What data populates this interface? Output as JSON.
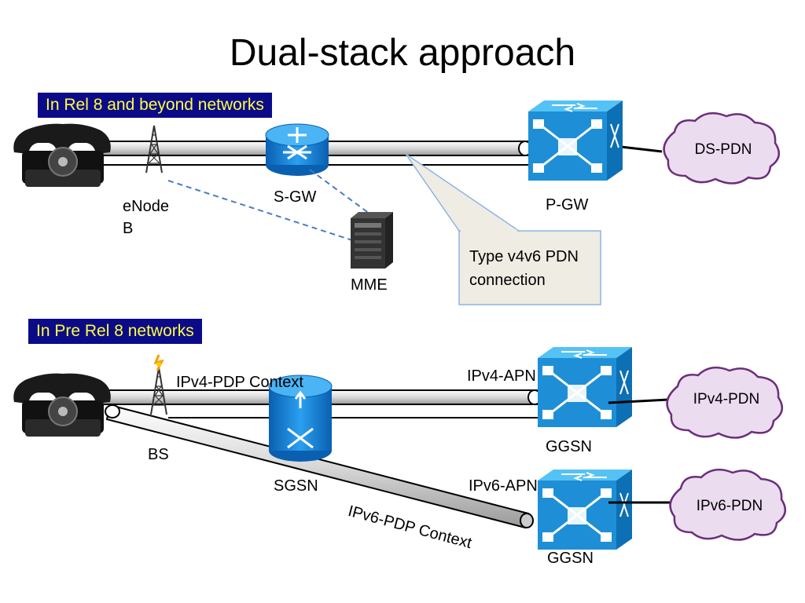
{
  "slide": {
    "title": "Dual-stack approach"
  },
  "top_section": {
    "banner": "In Rel 8 and beyond networks",
    "labels": {
      "enodeb_line1": "eNode",
      "enodeb_line2": "B",
      "sgw": "S-GW",
      "pgw": "P-GW",
      "mme": "MME"
    },
    "cloud": "DS-PDN",
    "callout": {
      "line1": "Type v4v6 PDN",
      "line2": "connection"
    }
  },
  "bottom_section": {
    "banner": "In Pre Rel 8 networks",
    "labels": {
      "bs": "BS",
      "sgsn": "SGSN",
      "ipv4_pdp": "IPv4-PDP Context",
      "ipv6_pdp": "IPv6-PDP Context",
      "ipv4_apn": "IPv4-APN",
      "ipv6_apn": "IPv6-APN",
      "ggsn_top": "GGSN",
      "ggsn_bottom": "GGSN"
    },
    "clouds": {
      "ipv4": "IPv4-PDN",
      "ipv6": "IPv6-PDN"
    }
  },
  "colors": {
    "banner_bg": "#0b0b8a",
    "banner_text": "#ffff3c",
    "device_blue": "#1e8fd6",
    "cloud_fill": "#ecdcf0",
    "cloud_stroke": "#6b2f7a",
    "callout_fill": "#eeece3",
    "callout_stroke": "#8eb4e3"
  },
  "icons": {
    "phone": "telephone-icon",
    "tower": "antenna-tower-icon",
    "router": "router-icon",
    "switch": "switch-icon",
    "server": "server-icon",
    "cloud": "cloud-icon"
  }
}
